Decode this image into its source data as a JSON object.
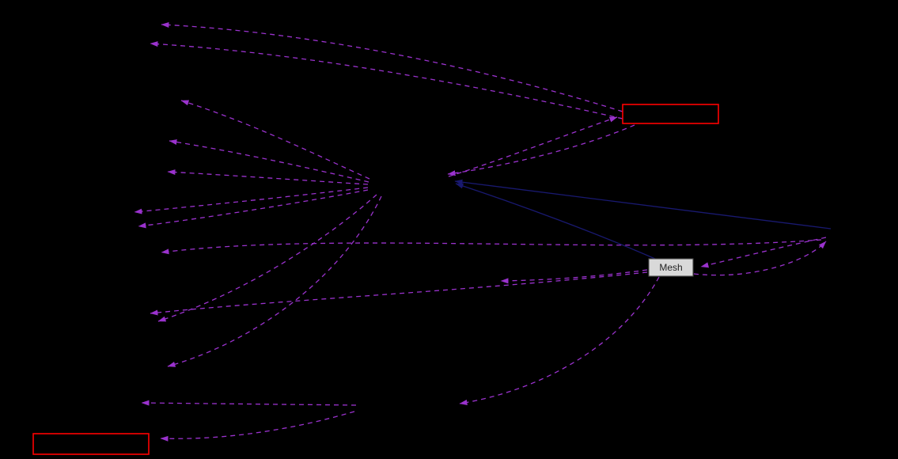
{
  "diagram": {
    "title": "collaboration-graph",
    "background": "#000000",
    "colors": {
      "edge_dashed": "#9A32CD",
      "edge_solid": "#191970",
      "node_border_red": "#FF0000",
      "node_fill_gray": "#D9D9D9",
      "node_border_gray": "#4A4A4A",
      "node_text": "#1F1F1F",
      "background": "#000000"
    },
    "nodes": [
      {
        "id": "mesh",
        "label": "Mesh",
        "type": "current-class-node"
      },
      {
        "id": "truncated-top-right",
        "label": "",
        "type": "truncated-node-red-border"
      },
      {
        "id": "truncated-bottom-left",
        "label": "",
        "type": "truncated-node-red-border"
      }
    ],
    "edge_styles": [
      {
        "style": "dashed",
        "meaning": "usage/aggregation edge",
        "color": "#9A32CD"
      },
      {
        "style": "solid",
        "meaning": "inheritance/association edge",
        "color": "#191970"
      }
    ]
  }
}
